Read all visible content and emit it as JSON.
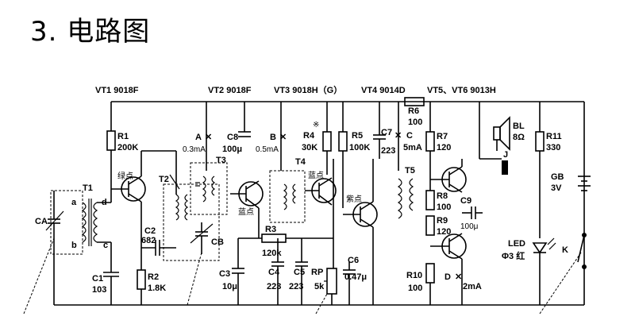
{
  "title": "3. 电路图",
  "header_labels": {
    "vt1": "VT1 9018F",
    "vt2": "VT2 9018F",
    "vt3": "VT3 9018H（G）",
    "vt4": "VT4 9014D",
    "vt56": "VT5、VT6 9013H"
  },
  "components": {
    "r1": "R1",
    "r1_val": "200K",
    "r2": "R2",
    "r2_val": "1.8K",
    "r3": "R3",
    "r3_val": "120k",
    "r4": "R4",
    "r4_val": "30K",
    "r4_mark": "※",
    "r5": "R5",
    "r5_val": "100K",
    "r6": "R6",
    "r6_val": "100",
    "r7": "R7",
    "r7_val": "120",
    "r8": "R8",
    "r8_val": "100",
    "r9": "R9",
    "r9_val": "120",
    "r10": "R10",
    "r10_val": "100",
    "r11": "R11",
    "r11_val": "330",
    "c1": "C1",
    "c1_val": "103",
    "c2": "C2",
    "c2_val": "682",
    "c3": "C3",
    "c3_val": "10μ",
    "c4": "C4",
    "c4_val": "223",
    "c5": "C5",
    "c5_val": "223",
    "c6": "C6",
    "c6_val": "0.47μ",
    "c7": "C7",
    "c7_val": "223",
    "c8": "C8",
    "c8_val": "100μ",
    "c9": "C9",
    "c9_val": "100μ",
    "ca": "CA",
    "cb": "CB",
    "rp": "RP",
    "rp_val": "5k",
    "t1": "T1",
    "t2": "T2",
    "t3": "T3",
    "t4": "T4",
    "t5": "T5",
    "bl": "BL",
    "bl_val": "8Ω",
    "gb": "GB",
    "gb_val": "3V",
    "led": "LED",
    "led_val": "Φ3 红",
    "j": "J",
    "k": "K",
    "pt_a": "A",
    "pt_a_val": "0.3mA",
    "pt_b": "B",
    "pt_b_val": "0.5mA",
    "pt_c": "C",
    "pt_c_val": "5mA",
    "pt_d": "D",
    "pt_d_val": "2mA",
    "green_dot": "绿点",
    "blue_dot_1": "蓝点",
    "blue_dot_2": "蓝点",
    "purple_dot": "紫点",
    "coil_a": "a",
    "coil_b": "b",
    "coil_c": "c",
    "coil_d": "d"
  }
}
